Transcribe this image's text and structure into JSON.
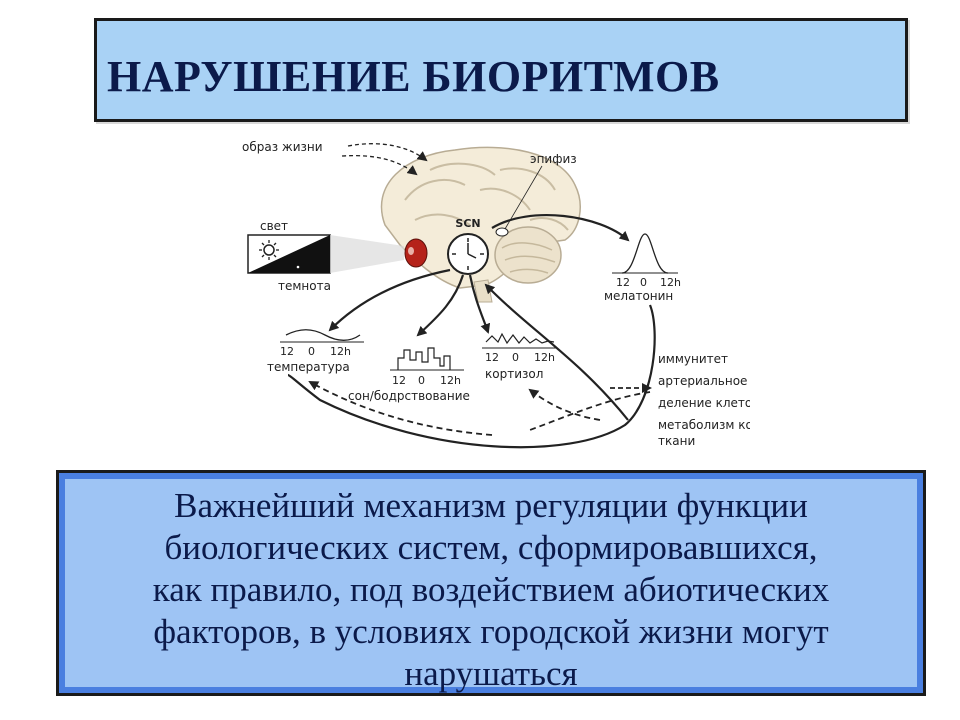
{
  "title": "НАРУШЕНИЕ БИОРИТМОВ",
  "diagram": {
    "lifestyle": "образ жизни",
    "epiphysis": "эпифиз",
    "light": "свет",
    "darkness": "темнота",
    "scn": "SCN",
    "melatonin": "мелатонин",
    "temperature": "температура",
    "sleep_wake": "сон/бодрствование",
    "cortisol": "кортизол",
    "axis_ticks": [
      "12",
      "0",
      "12h"
    ],
    "effects": [
      "иммунитет",
      "артериальное давление",
      "деление клеток",
      "метаболизм костной",
      "ткани"
    ]
  },
  "body_text_lines": [
    "Важнейший механизм регуляции функции",
    "биологических систем, сформировавшихся,",
    "как правило, под воздействием абиотических",
    "факторов, в условиях городской жизни могут",
    "нарушаться"
  ]
}
